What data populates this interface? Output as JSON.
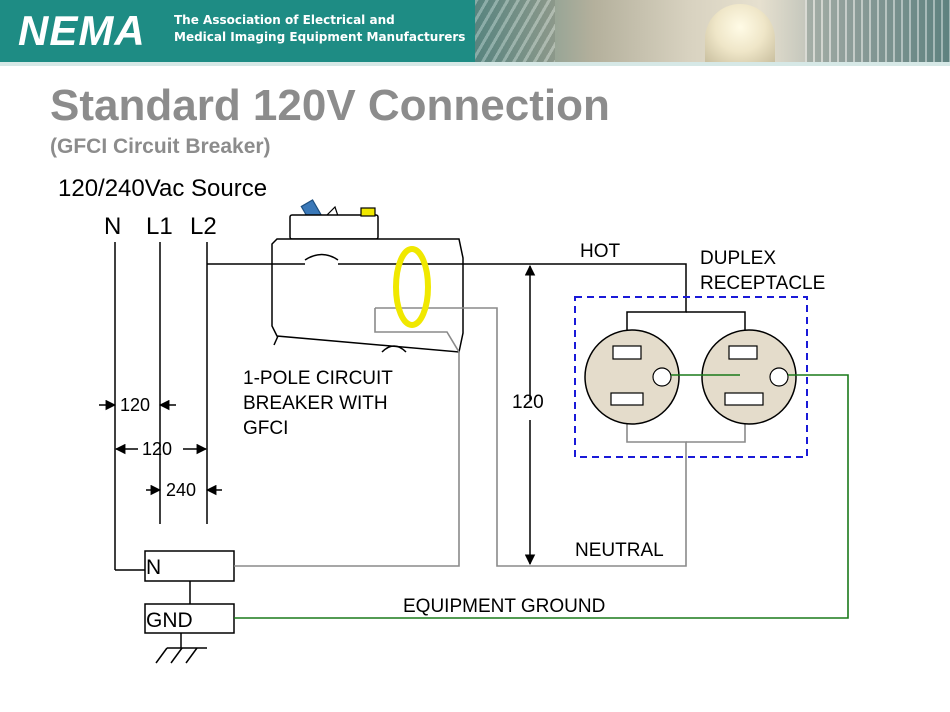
{
  "header": {
    "logo_text": "NEMA",
    "tagline_line1": "The Association of Electrical and",
    "tagline_line2": "Medical Imaging Equipment Manufacturers"
  },
  "slide": {
    "title": "Standard 120V Connection",
    "subtitle": "(GFCI Circuit Breaker)"
  },
  "diagram": {
    "source_label": "120/240Vac Source",
    "bus_labels": {
      "n": "N",
      "l1": "L1",
      "l2": "L2"
    },
    "voltages": {
      "n_to_l1": "120",
      "n_to_l2": "120",
      "l1_to_l2": "240",
      "hot_to_neutral": "120"
    },
    "breaker_label_line1": "1-POLE CIRCUIT",
    "breaker_label_line2": "BREAKER WITH",
    "breaker_label_line3": "GFCI",
    "hot_label": "HOT",
    "receptacle_label_line1": "DUPLEX",
    "receptacle_label_line2": "RECEPTACLE",
    "neutral_label": "NEUTRAL",
    "ground_wire_label": "EQUIPMENT GROUND",
    "neutral_bar_label": "N",
    "ground_bar_label": "GND",
    "colors": {
      "hot_wire": "#000000",
      "neutral_wire": "#8a8a8a",
      "ground_wire": "#1a7a1a",
      "gfci_sensor": "#f0e800",
      "receptacle_face": "#e4dccb",
      "enclosure_dash": "#1a1ad8",
      "handle": "#3a78b8"
    },
    "icons": [
      "circuit-breaker-icon",
      "duplex-receptacle-icon",
      "earth-ground-icon"
    ]
  }
}
